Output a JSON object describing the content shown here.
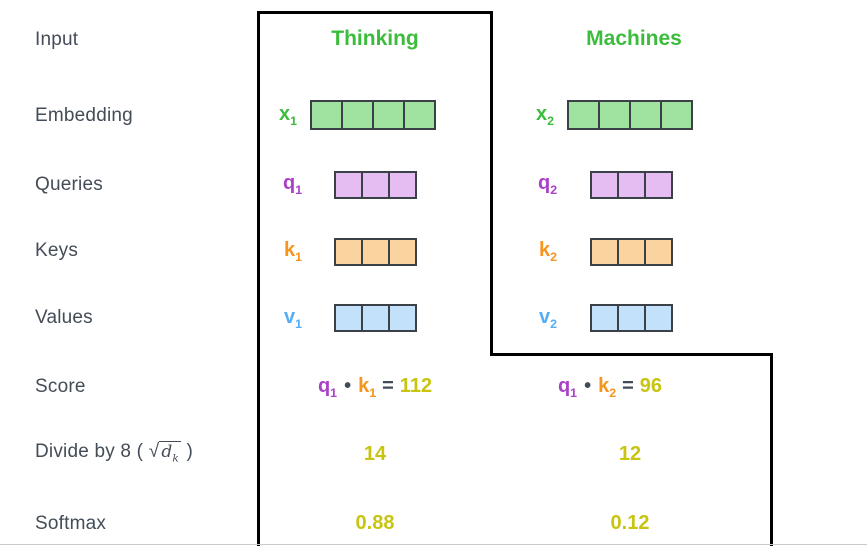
{
  "palette": {
    "green_label": "#3CBC3C",
    "green_fill": "#A0E2A0",
    "purple_label": "#AB40C8",
    "purple_fill": "#E6BDF3",
    "orange_label": "#F7941E",
    "orange_fill": "#FBD39E",
    "blue_label": "#55AEF5",
    "blue_fill": "#C3E1FA",
    "yellow_value": "#C8C40F",
    "text_dark": "#434C57",
    "cell_border": "#3A4147",
    "scope_border": "#000000"
  },
  "rows": {
    "input": "Input",
    "embedding": "Embedding",
    "queries": "Queries",
    "keys": "Keys",
    "values": "Values",
    "score": "Score",
    "divide": {
      "prefix": "Divide by 8 ( ",
      "sqrt": "√",
      "var": "d",
      "sub": "k",
      "suffix": " )"
    },
    "softmax": "Softmax"
  },
  "columns": [
    {
      "header": "Thinking",
      "embedding": {
        "label": "x",
        "sub": "1",
        "cells": 4
      },
      "query": {
        "label": "q",
        "sub": "1",
        "cells": 3
      },
      "key": {
        "label": "k",
        "sub": "1",
        "cells": 3
      },
      "value": {
        "label": "v",
        "sub": "1",
        "cells": 3
      },
      "score": {
        "q": "q",
        "q_sub": "1",
        "dot": "•",
        "k": "k",
        "k_sub": "1",
        "eq": "=",
        "value": "112"
      },
      "divide_value": "14",
      "softmax_value": "0.88"
    },
    {
      "header": "Machines",
      "embedding": {
        "label": "x",
        "sub": "2",
        "cells": 4
      },
      "query": {
        "label": "q",
        "sub": "2",
        "cells": 3
      },
      "key": {
        "label": "k",
        "sub": "2",
        "cells": 3
      },
      "value": {
        "label": "v",
        "sub": "2",
        "cells": 3
      },
      "score": {
        "q": "q",
        "q_sub": "1",
        "dot": "•",
        "k": "k",
        "k_sub": "2",
        "eq": "=",
        "value": "96"
      },
      "divide_value": "12",
      "softmax_value": "0.12"
    }
  ]
}
